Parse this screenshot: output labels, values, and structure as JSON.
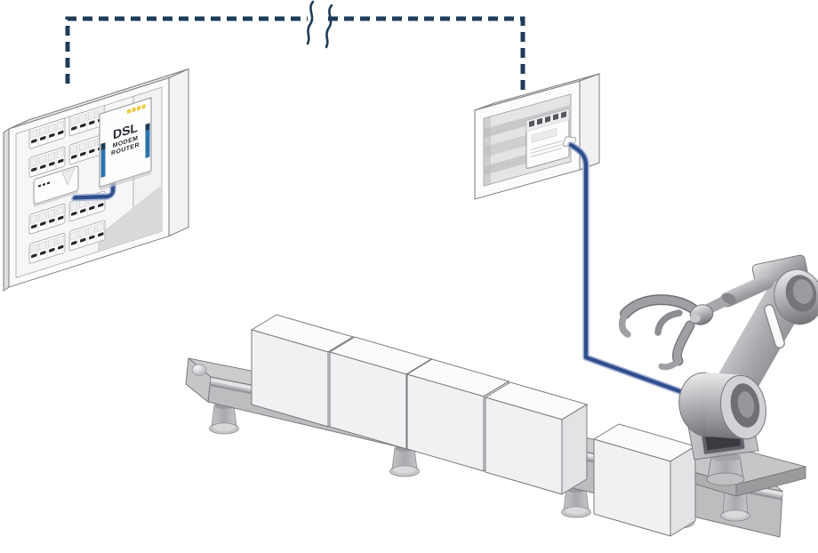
{
  "diagram": {
    "modem": {
      "label_line1": "DSL",
      "label_line2": "MODEM",
      "label_line3": "ROUTER"
    },
    "icons": {
      "link_break": "wavy-break-icon"
    },
    "colors": {
      "link": "#1e3d57",
      "cable": "#2f4e8e",
      "cableHalo": "#a7b2d4",
      "portBlue": "#2d74ad",
      "portCap": "#1e3d57",
      "led": "#edc93f",
      "outline": "#7a7b7e",
      "panel": "#fbfbfc",
      "faceLight": "#f1f1f3",
      "faceMid": "#dfdfe2",
      "faceDark": "#c6c6c9",
      "beltTop": "#ccccce",
      "beltSide": "#bdbdc0",
      "beltShade": "#909094",
      "slot": "#26262b",
      "text": "#2a2a33",
      "shadow": "#d9d9dc",
      "robotLight": "#e9e9eb",
      "robotMid": "#aaaaae",
      "robotDark": "#737378",
      "screenDark": "#3a3a41",
      "screenFrame": "#62626a"
    }
  }
}
